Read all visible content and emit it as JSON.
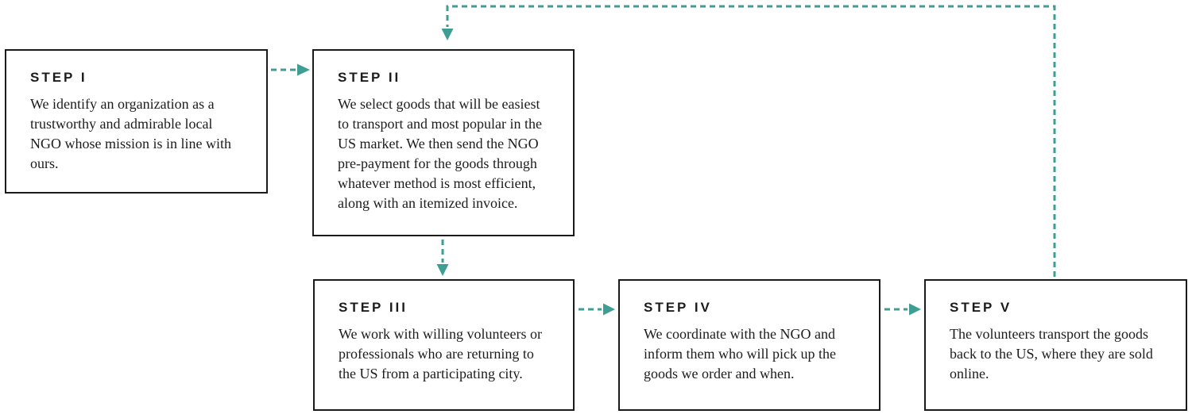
{
  "colors": {
    "accent": "#3f9e94",
    "box_border": "#1b1b1b",
    "text": "#1c1c1c",
    "background": "#ffffff"
  },
  "diagram": {
    "steps": [
      {
        "title": "STEP I",
        "body": "We identify an organization as a trustworthy and admirable local NGO whose mission is in line with ours."
      },
      {
        "title": "STEP II",
        "body": "We select goods that will be easiest to transport and most popular in the US market. We then send the NGO pre-payment for the goods through whatever method is most efficient, along with an itemized invoice."
      },
      {
        "title": "STEP III",
        "body": "We work with willing volunteers or professionals who are returning to the US from a participating city."
      },
      {
        "title": "STEP IV",
        "body": "We coordinate with the NGO and inform them who will pick up the goods we order and when."
      },
      {
        "title": "STEP V",
        "body": "The volunteers transport the goods back to the US, where they are sold online."
      }
    ],
    "connections": [
      {
        "from": "step-1",
        "to": "step-2",
        "style": "dashed-arrow"
      },
      {
        "from": "step-2",
        "to": "step-3",
        "style": "dashed-arrow"
      },
      {
        "from": "step-3",
        "to": "step-4",
        "style": "dashed-arrow"
      },
      {
        "from": "step-4",
        "to": "step-5",
        "style": "dashed-arrow"
      },
      {
        "from": "step-5",
        "to": "step-2",
        "style": "dashed-arrow-loop"
      }
    ]
  }
}
